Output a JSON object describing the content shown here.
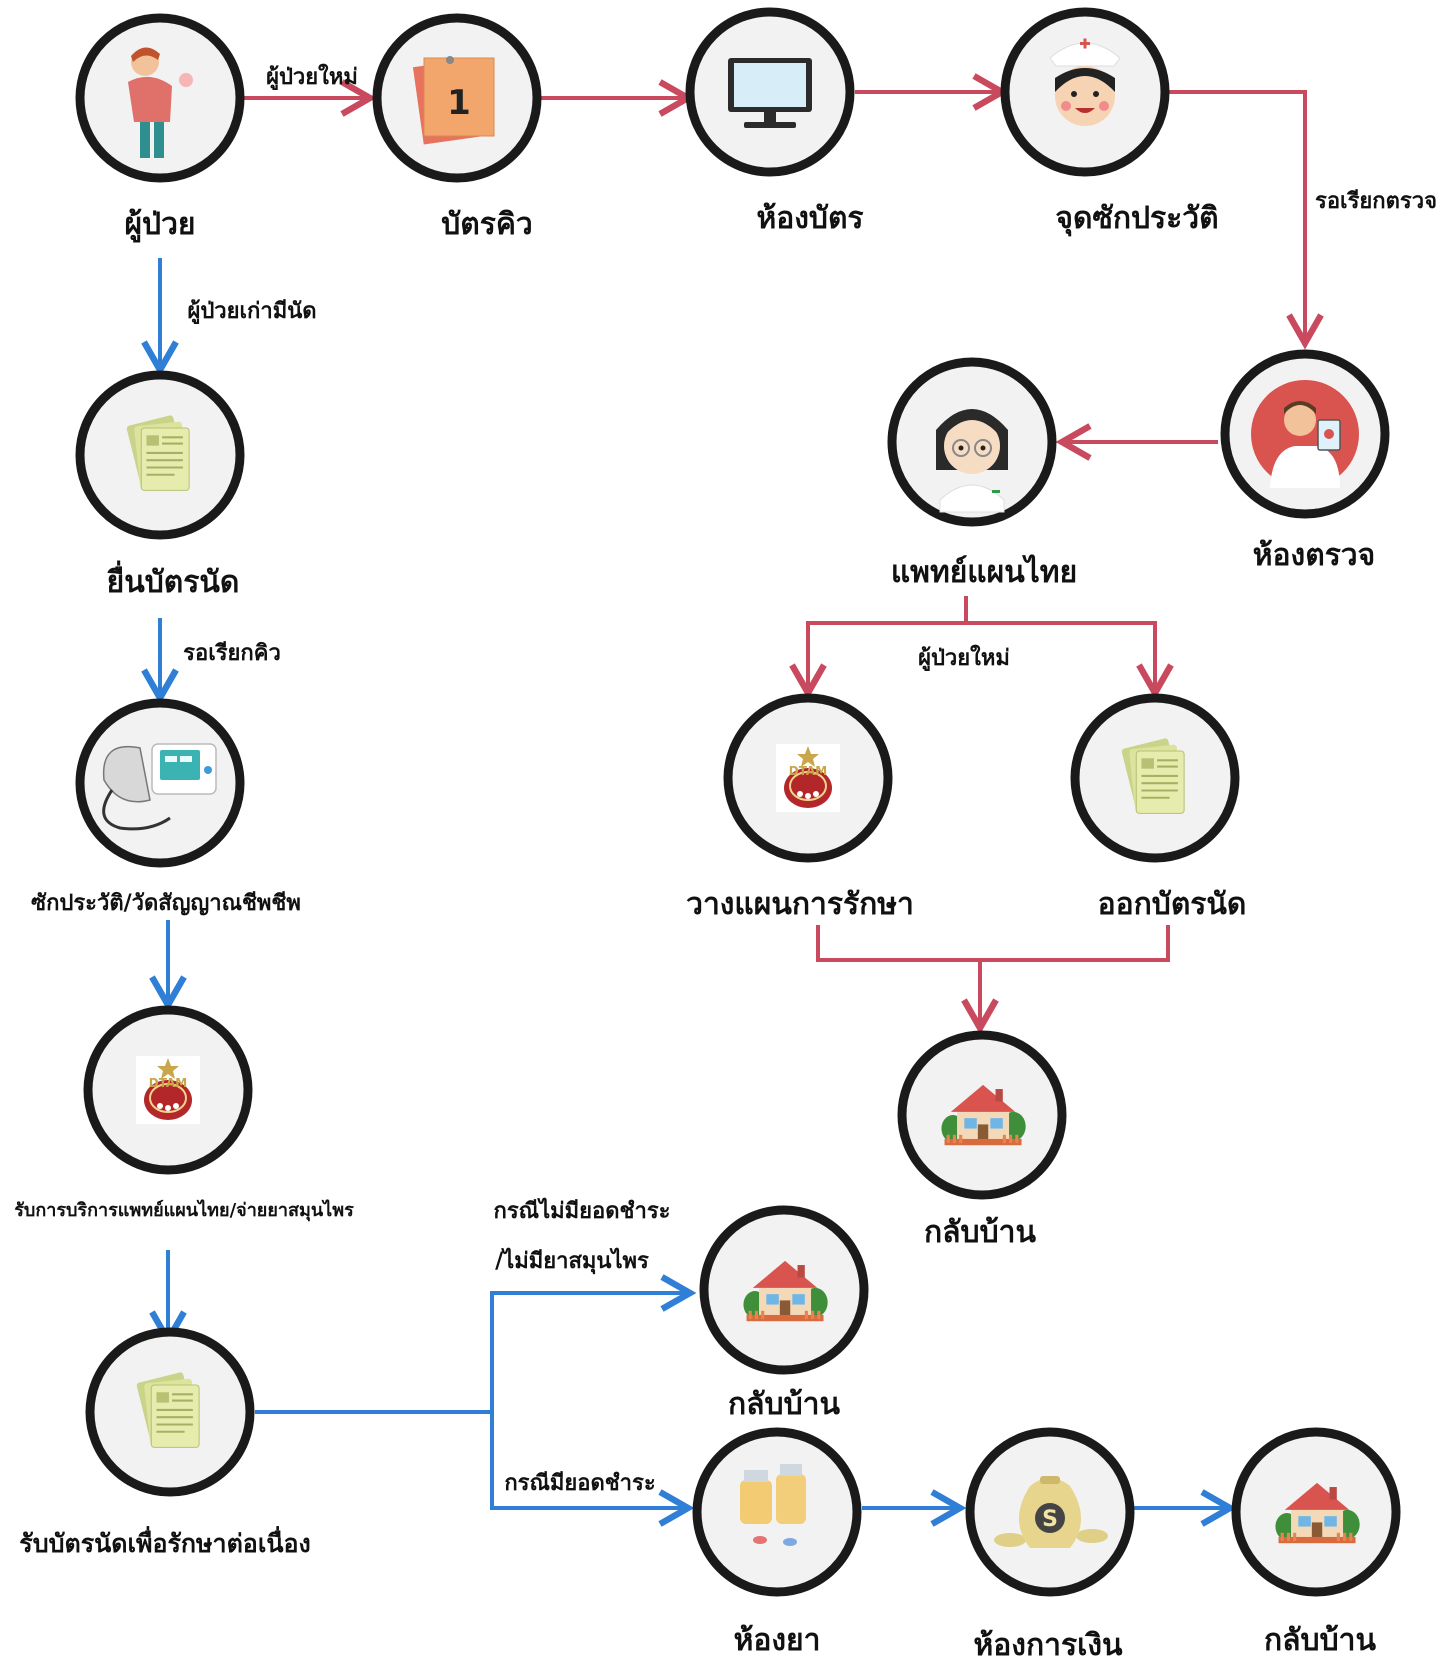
{
  "colors": {
    "red_arrow": "#c94a5e",
    "blue_arrow": "#2f7fd6",
    "ring": "#1a1a1a",
    "ring_fill": "#f2f2f2"
  },
  "nodes": {
    "patient": {
      "label": "ผู้ป่วย",
      "icon": "sick-person-icon"
    },
    "queue_card": {
      "label": "บัตรคิว",
      "icon": "queue-number-card-icon",
      "number": "1"
    },
    "registration": {
      "label": "ห้องบัตร",
      "icon": "computer-monitor-icon"
    },
    "history_point": {
      "label": "จุดซักประวัติ",
      "icon": "nurse-icon"
    },
    "exam_room": {
      "label": "ห้องตรวจ",
      "icon": "doctor-icon"
    },
    "thai_doctor": {
      "label": "แพทย์แผนไทย",
      "icon": "thai-doctor-icon"
    },
    "treatment_plan": {
      "label": "วางแผนการรักษา",
      "icon": "dtam-logo-icon",
      "logo_text": "DTAM"
    },
    "issue_appt": {
      "label": "ออกบัตรนัด",
      "icon": "document-stack-icon"
    },
    "home_1": {
      "label": "กลับบ้าน",
      "icon": "house-icon"
    },
    "submit_appt": {
      "label": "ยื่นบัตรนัด",
      "icon": "document-stack-icon"
    },
    "vitals": {
      "label": "ซักประวัติ/วัดสัญญาณชีพชีพ",
      "icon": "blood-pressure-monitor-icon"
    },
    "thai_service": {
      "label": "รับการบริการแพทย์แผนไทย/จ่ายยาสมุนไพร",
      "icon": "dtam-logo-icon",
      "logo_text": "DTAM"
    },
    "receive_appt": {
      "label": "รับบัตรนัดเพื่อรักษาต่อเนื่อง",
      "icon": "document-stack-icon"
    },
    "home_2": {
      "label": "กลับบ้าน",
      "icon": "house-icon"
    },
    "pharmacy": {
      "label": "ห้องยา",
      "icon": "medicine-bottles-icon"
    },
    "cashier": {
      "label": "ห้องการเงิน",
      "icon": "money-bag-icon",
      "symbol": "S"
    },
    "home_3": {
      "label": "กลับบ้าน",
      "icon": "house-icon"
    }
  },
  "edges": {
    "new_patient": "ผู้ป่วยใหม่",
    "wait_exam": "รอเรียกตรวจ",
    "old_patient_appt": "ผู้ป่วยเก่ามีนัด",
    "wait_queue": "รอเรียกคิว",
    "new_patient_2": "ผู้ป่วยใหม่",
    "no_payment_1": "กรณีไม่มียอดชำระ",
    "no_payment_2": "/ไม่มียาสมุนไพร",
    "has_payment": "กรณีมียอดชำระ"
  }
}
